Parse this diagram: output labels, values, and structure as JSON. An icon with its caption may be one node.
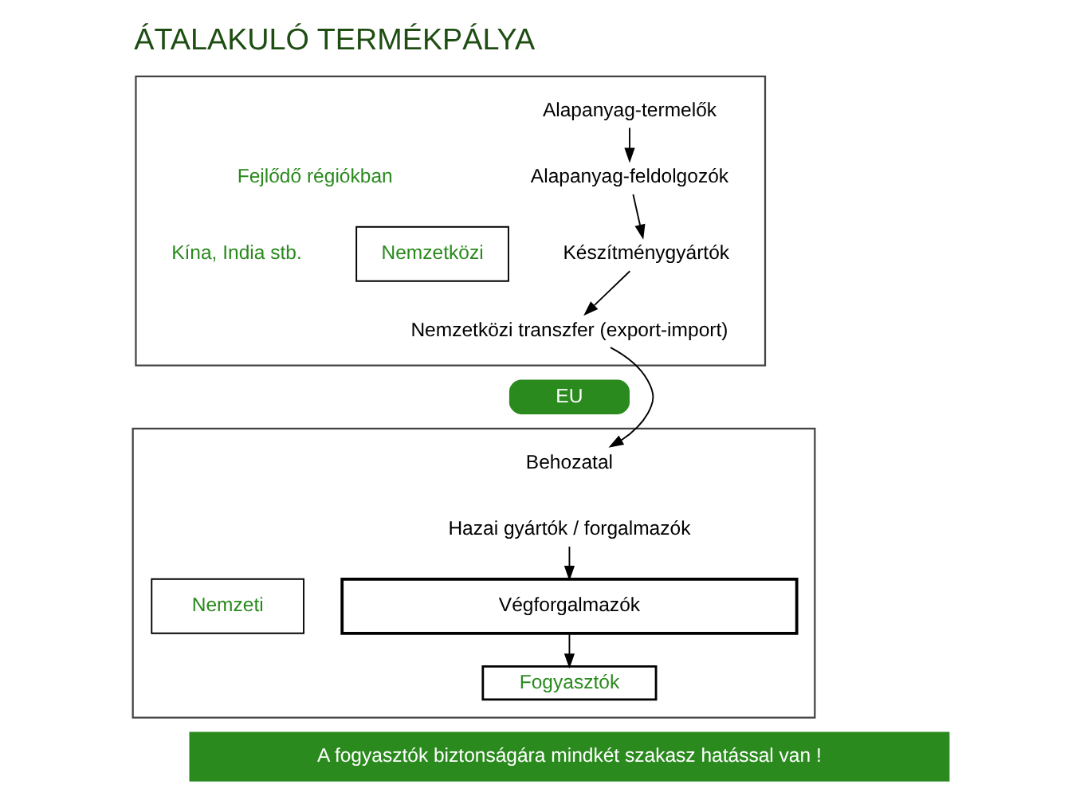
{
  "diagram": {
    "title": "ÁTALAKULÓ TERMÉKPÁLYA",
    "nodes": [
      {
        "text": [],
        "shape": "box"
      },
      {
        "text": [
          "Alapanyag-termelők"
        ],
        "in": 0
      },
      {
        "text": [
          "Alapanyag-feldolgozók"
        ],
        "in": 0
      },
      {
        "text": [
          "Készítménygyártók"
        ],
        "in": 0
      },
      {
        "text": [
          "Nemzetközi transzfer (export-import)"
        ],
        "in": 0
      },
      {
        "text": [
          "Nemzetközi"
        ],
        "in": 0
      },
      {
        "text": [
          "EU"
        ]
      },
      {
        "text": [],
        "shape": "box"
      },
      {
        "text": [
          "Behozatal"
        ],
        "in": 7
      },
      {
        "text": [
          "Hazai gyártók / forgalmazók"
        ],
        "in": 7
      },
      {
        "text": [
          "Nemzeti"
        ],
        "in": 7
      },
      {
        "text": [
          "Végforgalmazók"
        ],
        "in": 7
      },
      {
        "text": [
          "Fogyasztók"
        ],
        "in": 7
      },
      {
        "text": [
          "A fogyasztók biztonságára mindkét szakasz hatással van !"
        ]
      }
    ],
    "edges": [
      {
        "from": 1,
        "to": 2,
        "arrow": "to"
      },
      {
        "from": 2,
        "to": 3,
        "arrow": "to"
      },
      {
        "from": 3,
        "to": 4,
        "arrow": "to"
      },
      {
        "from": 4,
        "to": 8,
        "arrow": "to"
      },
      {
        "from": 9,
        "to": 11,
        "arrow": "to"
      },
      {
        "from": 11,
        "to": 12,
        "arrow": "to"
      }
    ],
    "labels": [
      "Fejlődő régiókban",
      "Kína, India stb."
    ]
  }
}
